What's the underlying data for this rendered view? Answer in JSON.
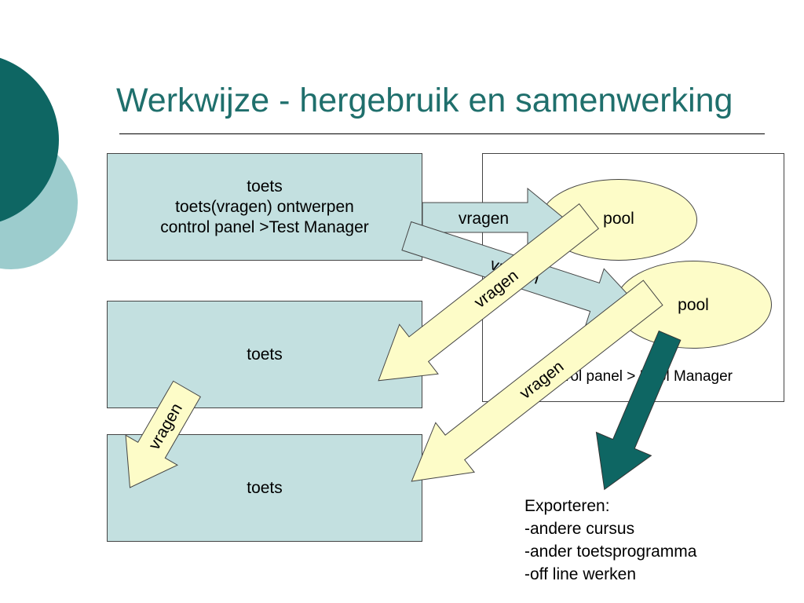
{
  "slide": {
    "title": "Werkwijze - hergebruik en samenwerking",
    "box_top": {
      "line1": "toets",
      "line2": "toets(vragen) ontwerpen",
      "line3": "control panel >Test Manager"
    },
    "box_middle": "toets",
    "box_bottom": "toets",
    "manager_label": "Control panel > Pool Manager",
    "pool_1": "pool",
    "pool_2": "pool",
    "arrow_labels": {
      "top_to_pool1": "vragen",
      "top_to_pool2": "vragen",
      "pool1_to_middle": "vragen",
      "pool2_to_bottom": "vragen",
      "middle_to_bottom": "vragen"
    },
    "export": {
      "heading": "Exporteren:",
      "items": [
        "-andere cursus",
        "-ander toetsprogramma",
        "-off line werken"
      ]
    },
    "colors": {
      "title": "#1f6f6c",
      "box_fill": "#c3e0e0",
      "pool_fill": "#fdfcc8",
      "export_arrow": "#0e6663",
      "deco_dark": "#0e6663",
      "deco_light": "#9ccccd"
    }
  }
}
